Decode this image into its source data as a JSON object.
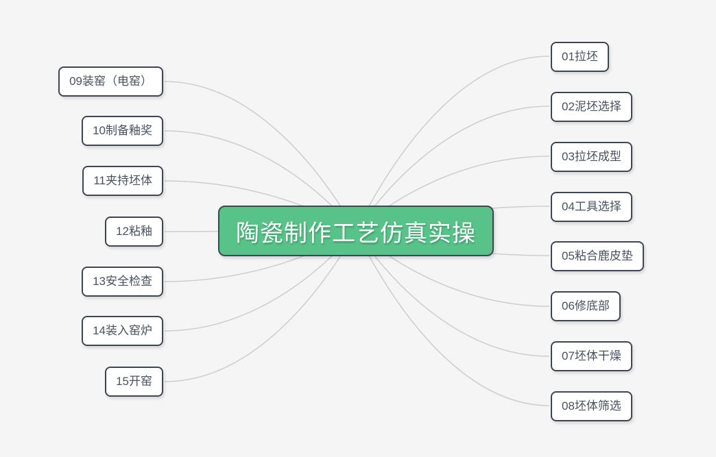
{
  "diagram": {
    "type": "mindmap",
    "center": {
      "label": "陶瓷制作工艺仿真实操"
    },
    "left_nodes": [
      {
        "label": "09装窑（电窑）"
      },
      {
        "label": "10制备釉奖"
      },
      {
        "label": "11夹持坯体"
      },
      {
        "label": "12粘釉"
      },
      {
        "label": "13安全检查"
      },
      {
        "label": "14装入窑炉"
      },
      {
        "label": "15开窑"
      }
    ],
    "right_nodes": [
      {
        "label": "01拉坯"
      },
      {
        "label": "02泥坯选择"
      },
      {
        "label": "03拉坯成型"
      },
      {
        "label": "04工具选择"
      },
      {
        "label": "05粘合鹿皮垫"
      },
      {
        "label": "06修底部"
      },
      {
        "label": "07坯体干燥"
      },
      {
        "label": "08坯体筛选"
      }
    ],
    "colors": {
      "background": "#f5f5f6",
      "node_background": "#ffffff",
      "node_border": "#3f4650",
      "node_text": "#4a515c",
      "center_background": "#57c389",
      "center_text": "#ffffff",
      "connector": "#cfcfcf"
    }
  }
}
